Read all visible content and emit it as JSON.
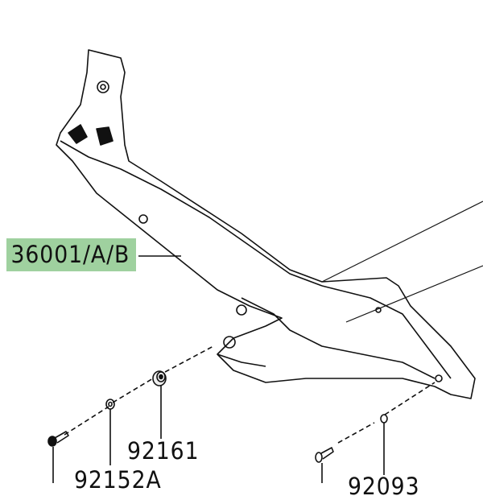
{
  "parts": [
    {
      "number": "36001/A/B",
      "highlighted": true
    },
    {
      "number": "92161",
      "highlighted": false
    },
    {
      "number": "92152A",
      "highlighted": false
    },
    {
      "number": "92093",
      "highlighted": false
    }
  ],
  "colors": {
    "highlight": "#9fd19f",
    "line": "#111111"
  }
}
